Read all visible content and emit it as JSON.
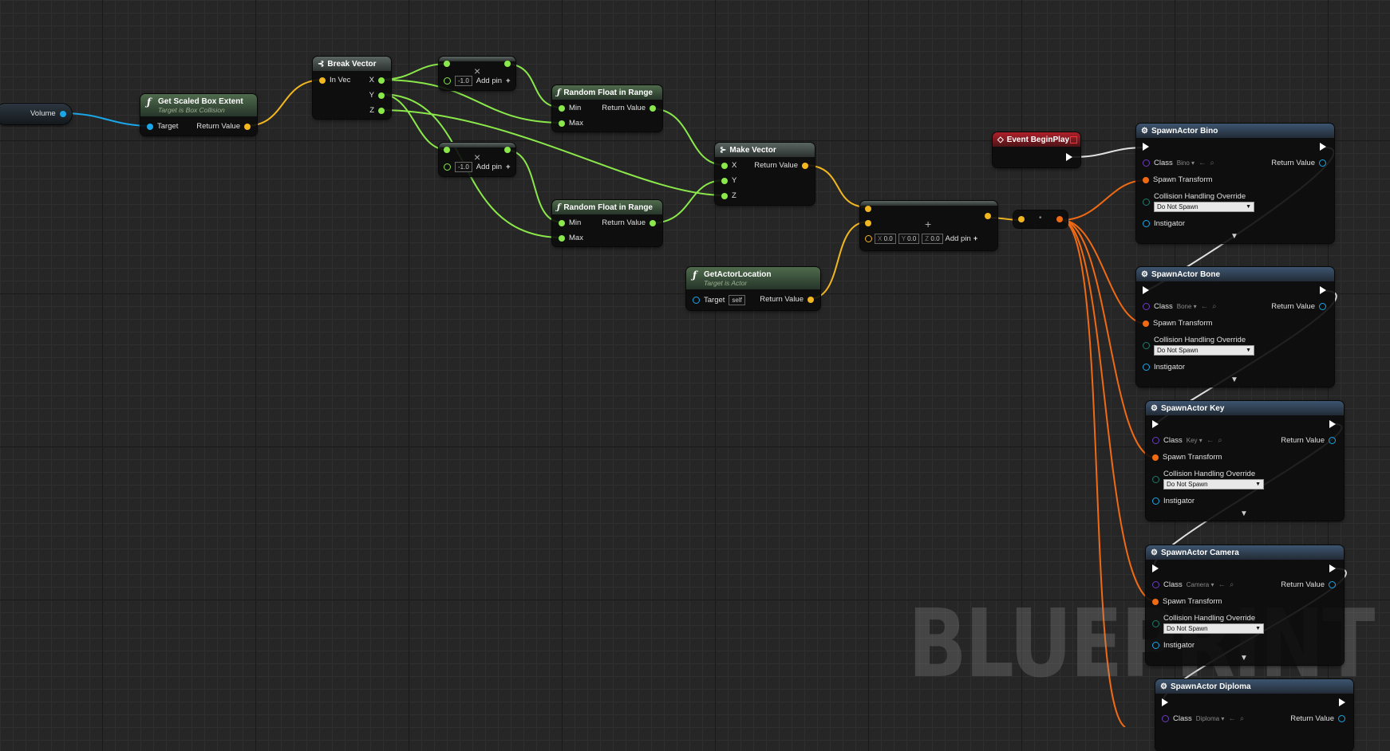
{
  "watermark": "BLUEPRINT",
  "colors": {
    "vector": "#f2b720",
    "float": "#8ae84a",
    "object": "#1aa6e8",
    "class": "#6c3bc4",
    "exec": "#ffffff",
    "transform": "#f06a14"
  },
  "volume": {
    "label": "Volume"
  },
  "get_scaled_box_extent": {
    "title": "Get Scaled Box Extent",
    "subtitle": "Target is Box Collision",
    "target": "Target",
    "return_value": "Return Value"
  },
  "break_vector": {
    "title": "Break Vector",
    "in_vec": "In Vec",
    "x": "X",
    "y": "Y",
    "z": "Z"
  },
  "multiply_1": {
    "value": "-1.0",
    "add_pin": "Add pin"
  },
  "multiply_2": {
    "value": "-1.0",
    "add_pin": "Add pin"
  },
  "random_float_1": {
    "title": "Random Float in Range",
    "min": "Min",
    "max": "Max",
    "return_value": "Return Value"
  },
  "random_float_2": {
    "title": "Random Float in Range",
    "min": "Min",
    "max": "Max",
    "return_value": "Return Value"
  },
  "make_vector": {
    "title": "Make Vector",
    "x": "X",
    "y": "Y",
    "z": "Z",
    "return_value": "Return Value"
  },
  "get_actor_location": {
    "title": "GetActorLocation",
    "subtitle": "Target is Actor",
    "target": "Target",
    "self": "self",
    "return_value": "Return Value"
  },
  "add_vector": {
    "x_label": "X",
    "x": "0.0",
    "y_label": "Y",
    "y": "0.0",
    "z_label": "Z",
    "z": "0.0",
    "add_pin": "Add pin"
  },
  "event_begin_play": {
    "title": "Event BeginPlay"
  },
  "spawn_nodes": [
    {
      "title": "SpawnActor Bino",
      "class_label": "Class",
      "class": "Bino",
      "return_value": "Return Value",
      "spawn_transform": "Spawn Transform",
      "collision_label": "Collision Handling Override",
      "collision": "Do Not Spawn",
      "instigator": "Instigator"
    },
    {
      "title": "SpawnActor Bone",
      "class_label": "Class",
      "class": "Bone",
      "return_value": "Return Value",
      "spawn_transform": "Spawn Transform",
      "collision_label": "Collision Handling Override",
      "collision": "Do Not Spawn",
      "instigator": "Instigator"
    },
    {
      "title": "SpawnActor Key",
      "class_label": "Class",
      "class": "Key",
      "return_value": "Return Value",
      "spawn_transform": "Spawn Transform",
      "collision_label": "Collision Handling Override",
      "collision": "Do Not Spawn",
      "instigator": "Instigator"
    },
    {
      "title": "SpawnActor Camera",
      "class_label": "Class",
      "class": "Camera",
      "return_value": "Return Value",
      "spawn_transform": "Spawn Transform",
      "collision_label": "Collision Handling Override",
      "collision": "Do Not Spawn",
      "instigator": "Instigator"
    },
    {
      "title": "SpawnActor Diploma",
      "class_label": "Class",
      "class": "Diploma",
      "return_value": "Return Value"
    }
  ]
}
